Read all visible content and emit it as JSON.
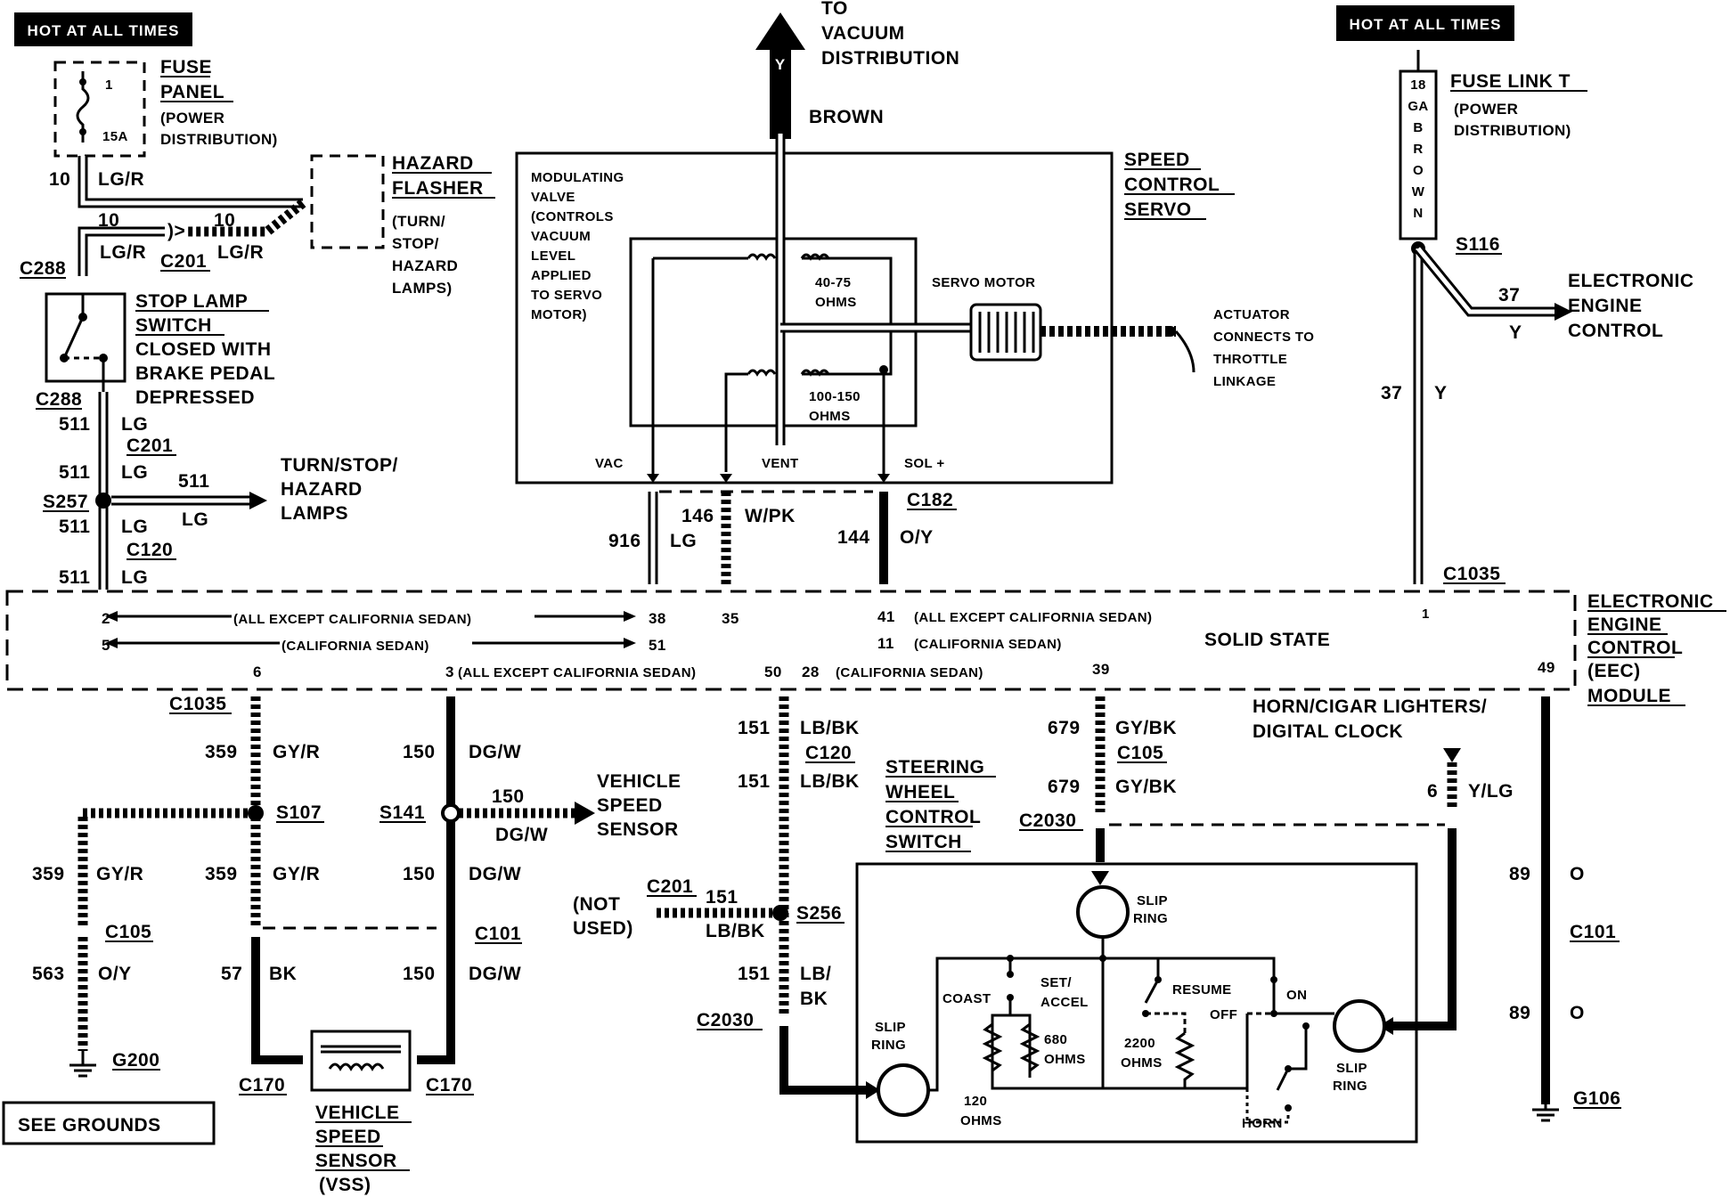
{
  "hot_left": "HOT AT ALL TIMES",
  "hot_right": "HOT AT ALL TIMES",
  "to_vacuum": [
    "TO",
    "VACUUM",
    "DISTRIBUTION"
  ],
  "vacuum_y": "Y",
  "brown": "BROWN",
  "fuse_panel": {
    "num": "1",
    "amp": "15A",
    "title1": "FUSE",
    "title2": "PANEL",
    "sub1": "(POWER",
    "sub2": "DISTRIBUTION)"
  },
  "hazard": {
    "title1": "HAZARD",
    "title2": "FLASHER",
    "sub1": "(TURN/",
    "sub2": "STOP/",
    "sub3": "HAZARD",
    "sub4": "LAMPS)"
  },
  "w10a": "10",
  "w10a_c": "LG/R",
  "w10b": "10",
  "w10b_c": "LG/R",
  "w10c": "10",
  "w10c_c": "LG/R",
  "c201a": "C201",
  "c288a": "C288",
  "c288b": "C288",
  "stop_switch": [
    "STOP LAMP",
    "SWITCH",
    "CLOSED WITH",
    "BRAKE PEDAL",
    "DEPRESSED"
  ],
  "w511": "511",
  "lg": "LG",
  "c201b": "C201",
  "s257": "S257",
  "c120a": "C120",
  "turn_stop": [
    "TURN/STOP/",
    "HAZARD",
    "LAMPS"
  ],
  "modulating": [
    "MODULATING",
    "VALVE",
    "(CONTROLS",
    "VACUUM",
    "LEVEL",
    "APPLIED",
    "TO SERVO",
    "MOTOR)"
  ],
  "ohms1": [
    "40-75",
    "OHMS"
  ],
  "ohms2": [
    "100-150",
    "OHMS"
  ],
  "servo_motor": "SERVO MOTOR",
  "speed_servo": [
    "SPEED",
    "CONTROL",
    "SERVO"
  ],
  "actuator": [
    "ACTUATOR",
    "CONNECTS TO",
    "THROTTLE",
    "LINKAGE"
  ],
  "vac": "VAC",
  "vent": "VENT",
  "sol": "SOL +",
  "w916": "916",
  "w146": "146",
  "w146_c": "W/PK",
  "c182": "C182",
  "w144": "144",
  "w144_c": "O/Y",
  "fuse_link": {
    "gauge": [
      "18",
      "GA",
      "B",
      "R",
      "O",
      "W",
      "N"
    ],
    "title": "FUSE LINK T",
    "sub1": "(POWER",
    "sub2": "DISTRIBUTION)"
  },
  "s116": "S116",
  "w37": "37",
  "y": "Y",
  "eec_right": [
    "ELECTRONIC",
    "ENGINE",
    "CONTROL"
  ],
  "c1035a": "C1035",
  "eec_box": {
    "pin2": "2",
    "pin5": "5",
    "pin38": "38",
    "pin51": "51",
    "pin35": "35",
    "pin41": "41",
    "pin11": "11",
    "pin1": "1",
    "pin6": "6",
    "pin3": "3",
    "pin50": "50",
    "pin28": "28",
    "pin39": "39",
    "pin49": "49",
    "exc_cal": "(ALL EXCEPT CALIFORNIA SEDAN)",
    "cal": "(CALIFORNIA SEDAN)",
    "exc_cal_3": "(ALL EXCEPT CALIFORNIA SEDAN)",
    "solid": "SOLID STATE",
    "label": [
      "ELECTRONIC",
      "ENGINE",
      "CONTROL",
      "(EEC)",
      "MODULE"
    ]
  },
  "c1035b": "C1035",
  "w359": "359",
  "gyr": "GY/R",
  "s107": "S107",
  "w150": "150",
  "dgw": "DG/W",
  "s141": "S141",
  "vss_right": [
    "VEHICLE",
    "SPEED",
    "SENSOR"
  ],
  "c105a": "C105",
  "w563": "563",
  "oy": "O/Y",
  "g200": "G200",
  "w57": "57",
  "bk": "BK",
  "c101a": "C101",
  "see_grounds": "SEE GROUNDS",
  "c170a": "C170",
  "c170b": "C170",
  "vss_bottom": [
    "VEHICLE",
    "SPEED",
    "SENSOR",
    "(VSS)"
  ],
  "w151": "151",
  "lbbk": "LB/BK",
  "c120b": "C120",
  "not_used": [
    "(NOT",
    "USED)"
  ],
  "c201c": "C201",
  "s256": "S256",
  "lb": "LB/",
  "bk2": "BK",
  "c2030a": "C2030",
  "steering": [
    "STEERING",
    "WHEEL",
    "CONTROL",
    "SWITCH"
  ],
  "w679": "679",
  "gybk": "GY/BK",
  "c105b": "C105",
  "c2030b": "C2030",
  "horn_cigar": [
    "HORN/CIGAR LIGHTERS/",
    "DIGITAL CLOCK"
  ],
  "w6": "6",
  "ylg": "Y/LG",
  "w89": "89",
  "o": "O",
  "c101b": "C101",
  "g106": "G106",
  "sw": {
    "slip": [
      "SLIP",
      "RING"
    ],
    "coast": "COAST",
    "set": [
      "SET/",
      "ACCEL"
    ],
    "r680": [
      "680",
      "OHMS"
    ],
    "r120": [
      "120",
      "OHMS"
    ],
    "resume": "RESUME",
    "off": "OFF",
    "on": "ON",
    "r2200": [
      "2200",
      "OHMS"
    ],
    "horn": "HORN"
  }
}
